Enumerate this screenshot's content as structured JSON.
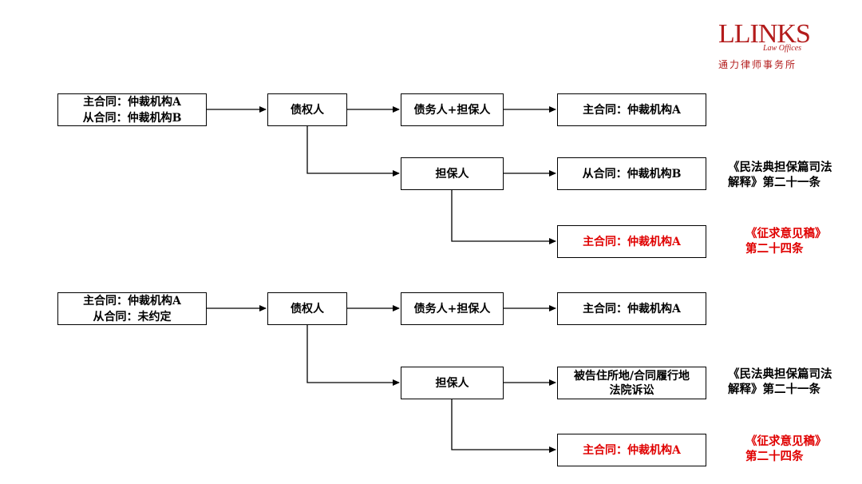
{
  "logo": {
    "brand": "LLINKS",
    "sub": "Law Offices",
    "cn": "通力律师事务所"
  },
  "diagram1": {
    "source": {
      "line1": "主合同：仲裁机构A",
      "line2": "从合同：仲裁机构B"
    },
    "creditor": "债权人",
    "debtor_guarantor": "债务人+担保人",
    "main_result": "主合同：仲裁机构A",
    "guarantor": "担保人",
    "sub_result": "从合同：仲裁机构B",
    "draft_result": "主合同：仲裁机构A",
    "note_interp": {
      "line1": "《民法典担保篇司法",
      "line2": "解释》第二十一条"
    },
    "note_draft": {
      "line1": "《征求意见稿》",
      "line2": "第二十四条"
    }
  },
  "diagram2": {
    "source": {
      "line1": "主合同：仲裁机构A",
      "line2": "从合同：未约定"
    },
    "creditor": "债权人",
    "debtor_guarantor": "债务人+担保人",
    "main_result": "主合同：仲裁机构A",
    "guarantor": "担保人",
    "sub_result": {
      "line1": "被告住所地/合同履行地",
      "line2": "法院诉讼"
    },
    "draft_result": "主合同：仲裁机构A",
    "note_interp": {
      "line1": "《民法典担保篇司法",
      "line2": "解释》第二十一条"
    },
    "note_draft": {
      "line1": "《征求意见稿》",
      "line2": "第二十四条"
    }
  },
  "colors": {
    "highlight": "#e00000",
    "logo": "#b31b1b"
  }
}
